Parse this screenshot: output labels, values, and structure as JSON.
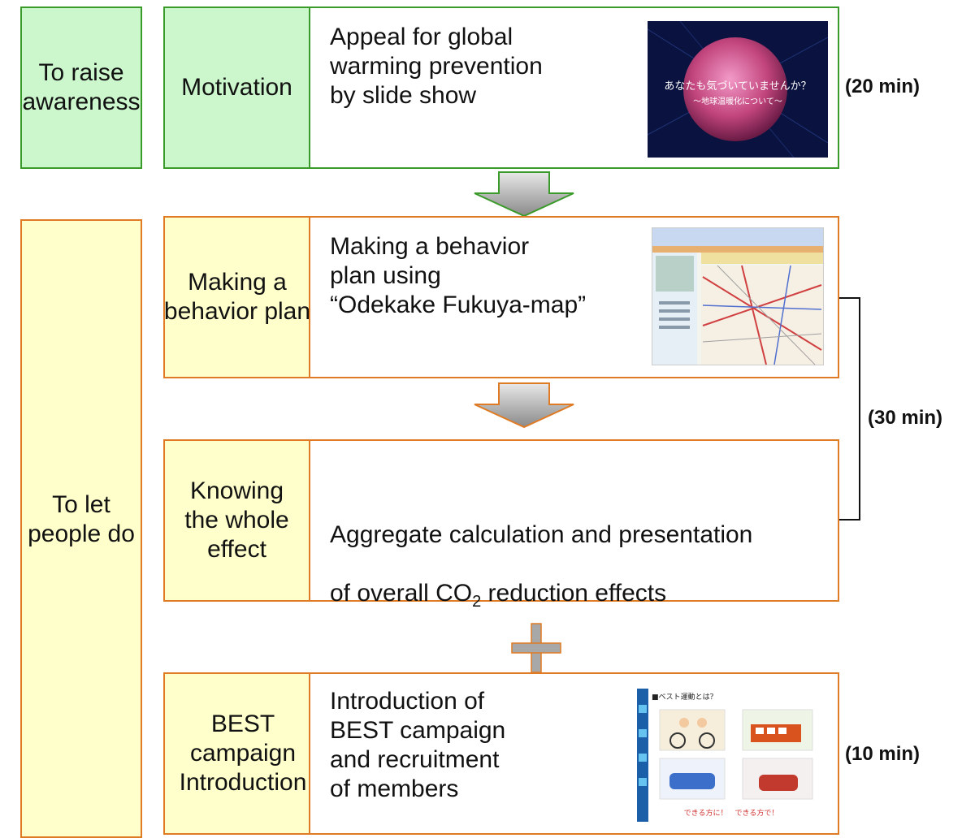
{
  "stages": {
    "raise": {
      "label": "To raise\nawareness"
    },
    "do": {
      "label": "To let\npeople do"
    }
  },
  "steps": {
    "motivation": {
      "title": "Motivation",
      "description": "Appeal for global\nwarming prevention\n by slide show",
      "slide_text_main": "あなたも気づいていませんか？",
      "slide_text_sub": "〜地球温暖化について〜"
    },
    "plan": {
      "title": "Making a\nbehavior plan",
      "description": "Making a behavior\nplan using\n“Odekake Fukuya-map”"
    },
    "effect": {
      "title": "Knowing\nthe whole\neffect",
      "description_line1": "Aggregate calculation and presentation",
      "description_line2_pre": "of overall CO",
      "description_sub": "2",
      "description_line2_post": " reduction effects"
    },
    "best": {
      "title": "BEST\ncampaign\nIntroduction",
      "description": "Introduction of\nBEST campaign\nand recruitment\nof members",
      "poster_header": "■ベスト運動とは？",
      "poster_footer": "できる方に！　できる方で！"
    }
  },
  "times": {
    "motivation": "(20 min)",
    "plan_effect": "(30 min)",
    "best": "(10 min)"
  },
  "colors": {
    "green_border": "#3a9a2a",
    "orange_border": "#e07b25",
    "green_fill": "#ccf7cc",
    "yellow_fill": "#ffffcc"
  }
}
